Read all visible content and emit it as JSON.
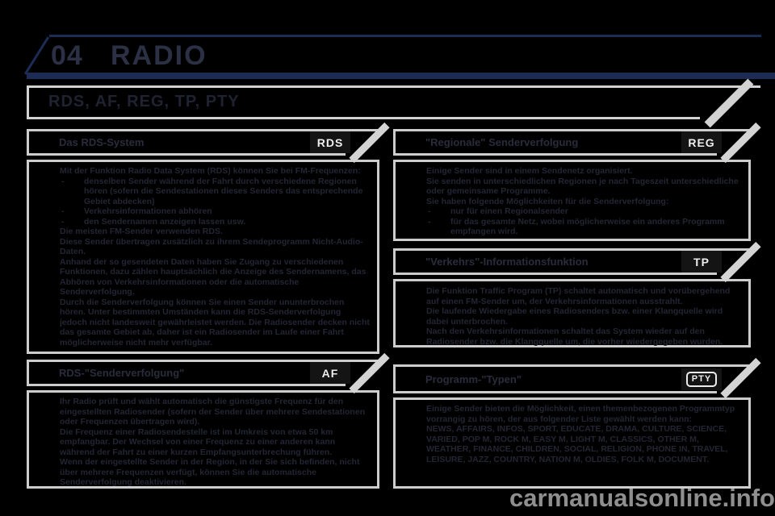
{
  "header": {
    "chapter_number": "04",
    "chapter_title": "RADIO"
  },
  "section_title": "RDS, AF, REG, TP, PTY",
  "watermark": "carmanualsonline.info",
  "colors": {
    "accent_navy": "#1c2c54",
    "panel_border": "#cdcdcd",
    "page_background": "#000000",
    "body_text": "#232533",
    "badge_text": "#ededed",
    "watermark_text": "#8f8f8f"
  },
  "panels": {
    "left": [
      {
        "title": "Das RDS-System",
        "badge": "RDS",
        "badge_outlined": false,
        "paragraphs": [
          {
            "text": "Mit der Funktion Radio Data System (RDS) können Sie bei FM-Frequenzen:",
            "bullet": false
          },
          {
            "text": "denselben Sender während der Fahrt durch verschiedene Regionen hören (sofern die Sendestationen dieses Senders das entsprechende Gebiet abdecken)",
            "bullet": true
          },
          {
            "text": "Verkehrsinformationen abhören",
            "bullet": true
          },
          {
            "text": "den Sendernamen anzeigen lassen usw.",
            "bullet": true
          },
          {
            "text": "Die meisten FM-Sender verwenden RDS.",
            "bullet": false
          },
          {
            "text": "Diese Sender übertragen zusätzlich zu ihrem Sendeprogramm Nicht-Audio-Daten.",
            "bullet": false
          },
          {
            "text": "Anhand der so gesendeten Daten haben Sie Zugang zu verschiedenen Funktionen, dazu zählen hauptsächlich die Anzeige des Sendernamens, das Abhören von Verkehrsinformationen oder die automatische Senderverfolgung.",
            "bullet": false
          },
          {
            "text": "Durch die Senderverfolgung können Sie einen Sender ununterbrochen hören. Unter bestimmten Umständen kann die RDS-Senderverfolgung jedoch nicht landesweit gewährleistet werden. Die Radiosender decken nicht das gesamte Gebiet ab, daher ist ein Radiosender im Laufe einer Fahrt möglicherweise nicht mehr verfügbar.",
            "bullet": false
          }
        ]
      },
      {
        "title": "RDS-\"Senderverfolgung\"",
        "badge": "AF",
        "badge_outlined": false,
        "paragraphs": [
          {
            "text": "Ihr Radio prüft und wählt automatisch die günstigste Frequenz für den eingestellten Radiosender (sofern der Sender über mehrere Sendestationen oder Frequenzen übertragen wird).",
            "bullet": false
          },
          {
            "text": "Die Frequenz einer Radiosendestelle ist im Umkreis von etwa 50 km empfangbar. Der Wechsel von einer Frequenz zu einer anderen kann während der Fahrt zu einer kurzen Empfangsunterbrechung führen.",
            "bullet": false
          },
          {
            "text": "Wenn der eingestellte Sender in der Region, in der Sie sich befinden, nicht über mehrere Frequenzen verfügt, können Sie die automatische Senderverfolgung deaktivieren.",
            "bullet": false
          }
        ]
      }
    ],
    "right": [
      {
        "title": "\"Regionale\" Senderverfolgung",
        "badge": "REG",
        "badge_outlined": false,
        "paragraphs": [
          {
            "text": "Einige Sender sind in einem Sendenetz organisiert.",
            "bullet": false
          },
          {
            "text": "Sie senden in unterschiedlichen Regionen je nach Tageszeit unterschiedliche oder gemeinsame Programme.",
            "bullet": false
          },
          {
            "text": "Sie haben folgende Möglichkeiten für die Senderverfolgung:",
            "bullet": false
          },
          {
            "text": "nur für einen Regionalsender",
            "bullet": true
          },
          {
            "text": "für das gesamte Netz, wobei möglicherweise ein anderes Programm empfangen wird.",
            "bullet": true
          }
        ]
      },
      {
        "title": "\"Verkehrs\"-Informationsfunktion",
        "badge": "TP",
        "badge_outlined": false,
        "paragraphs": [
          {
            "text": "Die Funktion Traffic Program (TP) schaltet automatisch und vorübergehend auf einen FM-Sender um, der Verkehrsinformationen ausstrahlt.",
            "bullet": false
          },
          {
            "text": "Die laufende Wiedergabe eines Radiosenders bzw. einer Klangquelle wird dabei unterbrochen.",
            "bullet": false
          },
          {
            "text": "Nach den Verkehrsinformationen schaltet das System wieder auf den Radiosender bzw. die Klangquelle um, die vorher wiedergegeben wurden.",
            "bullet": false
          }
        ]
      },
      {
        "title": "Programm-\"Typen\"",
        "badge": "PTY",
        "badge_outlined": true,
        "paragraphs": [
          {
            "text": "Einige Sender bieten die Möglichkeit, einen themenbezogenen Programmtyp vorrangig zu hören, der aus folgender Liste gewählt werden kann:",
            "bullet": false
          },
          {
            "text": "NEWS, AFFAIRS, INFOS, SPORT, EDUCATE, DRAMA, CULTURE, SCIENCE, VARIED, POP M, ROCK M, EASY M, LIGHT M, CLASSICS, OTHER M, WEATHER, FINANCE, CHILDREN, SOCIAL, RELIGION, PHONE IN, TRAVEL, LEISURE, JAZZ, COUNTRY, NATION M, OLDIES, FOLK M, DOCUMENT.",
            "bullet": false
          }
        ]
      }
    ]
  }
}
